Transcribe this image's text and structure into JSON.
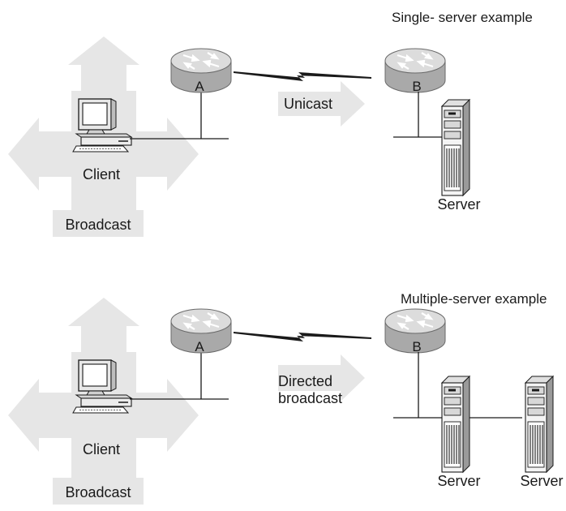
{
  "colors": {
    "arrow": "#e6e6e6",
    "router_top": "#d9d9d9",
    "router_side": "#a9a9a9",
    "line": "#1a1a1a"
  },
  "icons": [
    "router-icon",
    "computer-icon",
    "server-icon",
    "serial-link-icon",
    "broadcast-arrows-icon",
    "unicast-arrow-icon"
  ],
  "top": {
    "title": "Single- server example",
    "router_a": "A",
    "router_b": "B",
    "arrow_label": "Unicast",
    "client_label": "Client",
    "broadcast_label": "Broadcast",
    "servers": [
      "Server"
    ]
  },
  "bottom": {
    "title": "Multiple-server example",
    "router_a": "A",
    "router_b": "B",
    "arrow_label_line1": "Directed",
    "arrow_label_line2": "broadcast",
    "client_label": "Client",
    "broadcast_label": "Broadcast",
    "servers": [
      "Server",
      "Server"
    ]
  }
}
